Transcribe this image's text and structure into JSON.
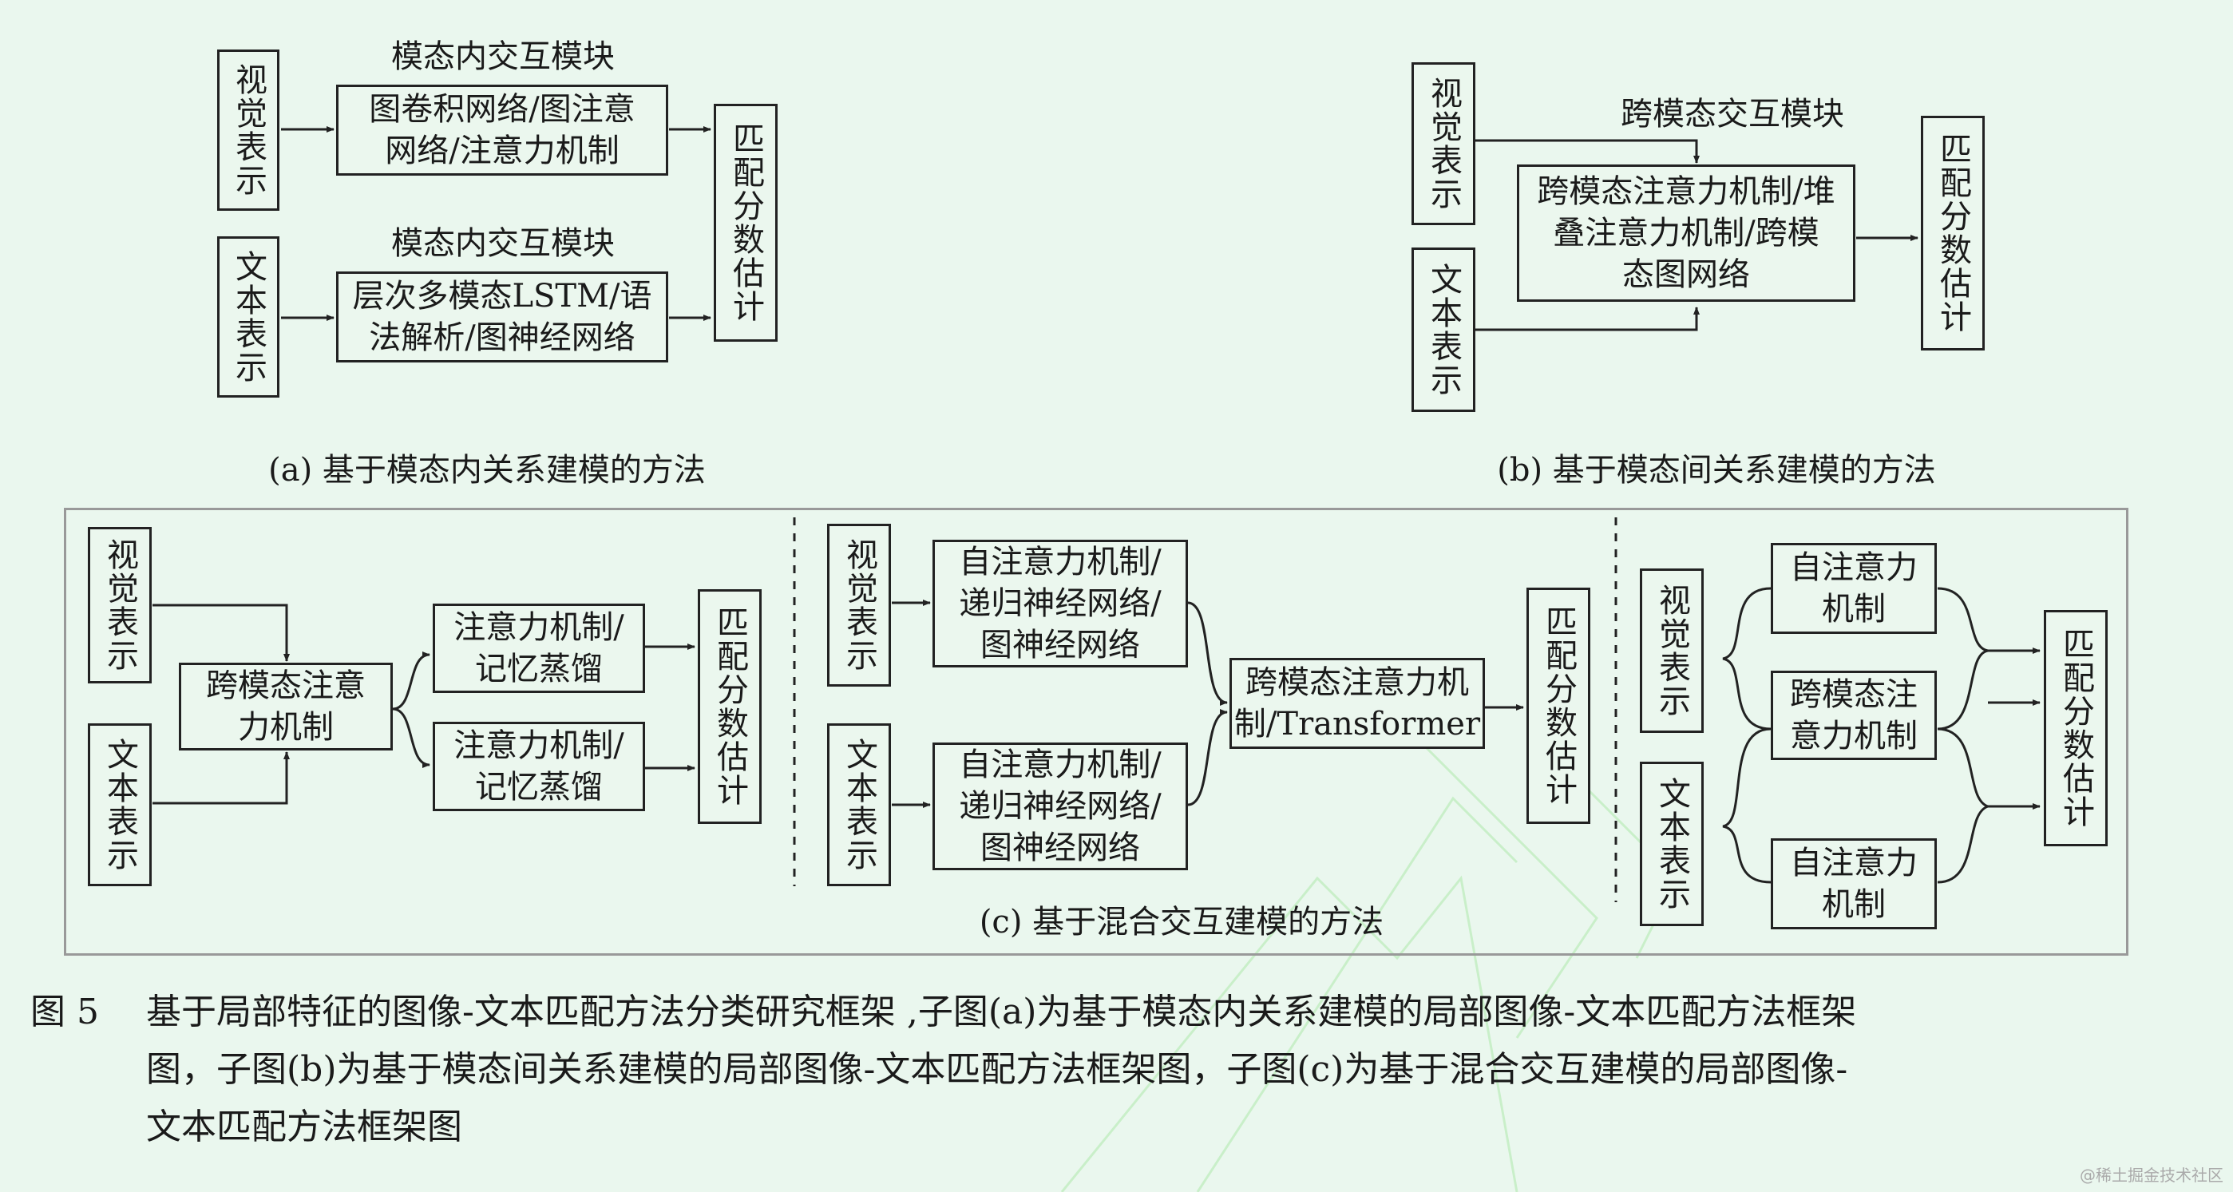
{
  "panel_a": {
    "visual": "视觉表示",
    "text": "文本表示",
    "top_heading": "模态内交互模块",
    "top_module": "图卷积网络/图注意\n网络/注意力机制",
    "bottom_heading": "模态内交互模块",
    "bottom_module": "层次多模态LSTM/语\n法解析/图神经网络",
    "match": "匹配分数估计",
    "caption": "(a) 基于模态内关系建模的方法"
  },
  "panel_b": {
    "visual": "视觉表示",
    "text": "文本表示",
    "heading": "跨模态交互模块",
    "module": "跨模态注意力机制/堆\n叠注意力机制/跨模\n态图网络",
    "match": "匹配分数估计",
    "caption": "(b) 基于模态间关系建模的方法"
  },
  "panel_c": {
    "part1": {
      "visual": "视觉表示",
      "text": "文本表示",
      "cross": "跨模态注意\n力机制",
      "top_module": "注意力机制/\n记忆蒸馏",
      "bottom_module": "注意力机制/\n记忆蒸馏",
      "match": "匹配分数估计"
    },
    "part2": {
      "visual": "视觉表示",
      "text": "文本表示",
      "top_module": "自注意力机制/\n递归神经网络/\n图神经网络",
      "bottom_module": "自注意力机制/\n递归神经网络/\n图神经网络",
      "cross": "跨模态注意力机\n制/Transformer",
      "match": "匹配分数估计"
    },
    "part3": {
      "visual": "视觉表示",
      "text": "文本表示",
      "top_module": "自注意力\n机制",
      "mid_module": "跨模态注\n意力机制",
      "bottom_module": "自注意力\n机制",
      "match": "匹配分数估计"
    },
    "caption": "(c) 基于混合交互建模的方法"
  },
  "figure_caption": {
    "number": "图 5",
    "line1": "基于局部特征的图像-文本匹配方法分类研究框架 ,子图(a)为基于模态内关系建模的局部图像-文本匹配方法框架",
    "line2": "图，子图(b)为基于模态间关系建模的局部图像-文本匹配方法框架图，子图(c)为基于混合交互建模的局部图像-",
    "line3": "文本匹配方法框架图"
  },
  "credit": "@稀土掘金技术社区"
}
